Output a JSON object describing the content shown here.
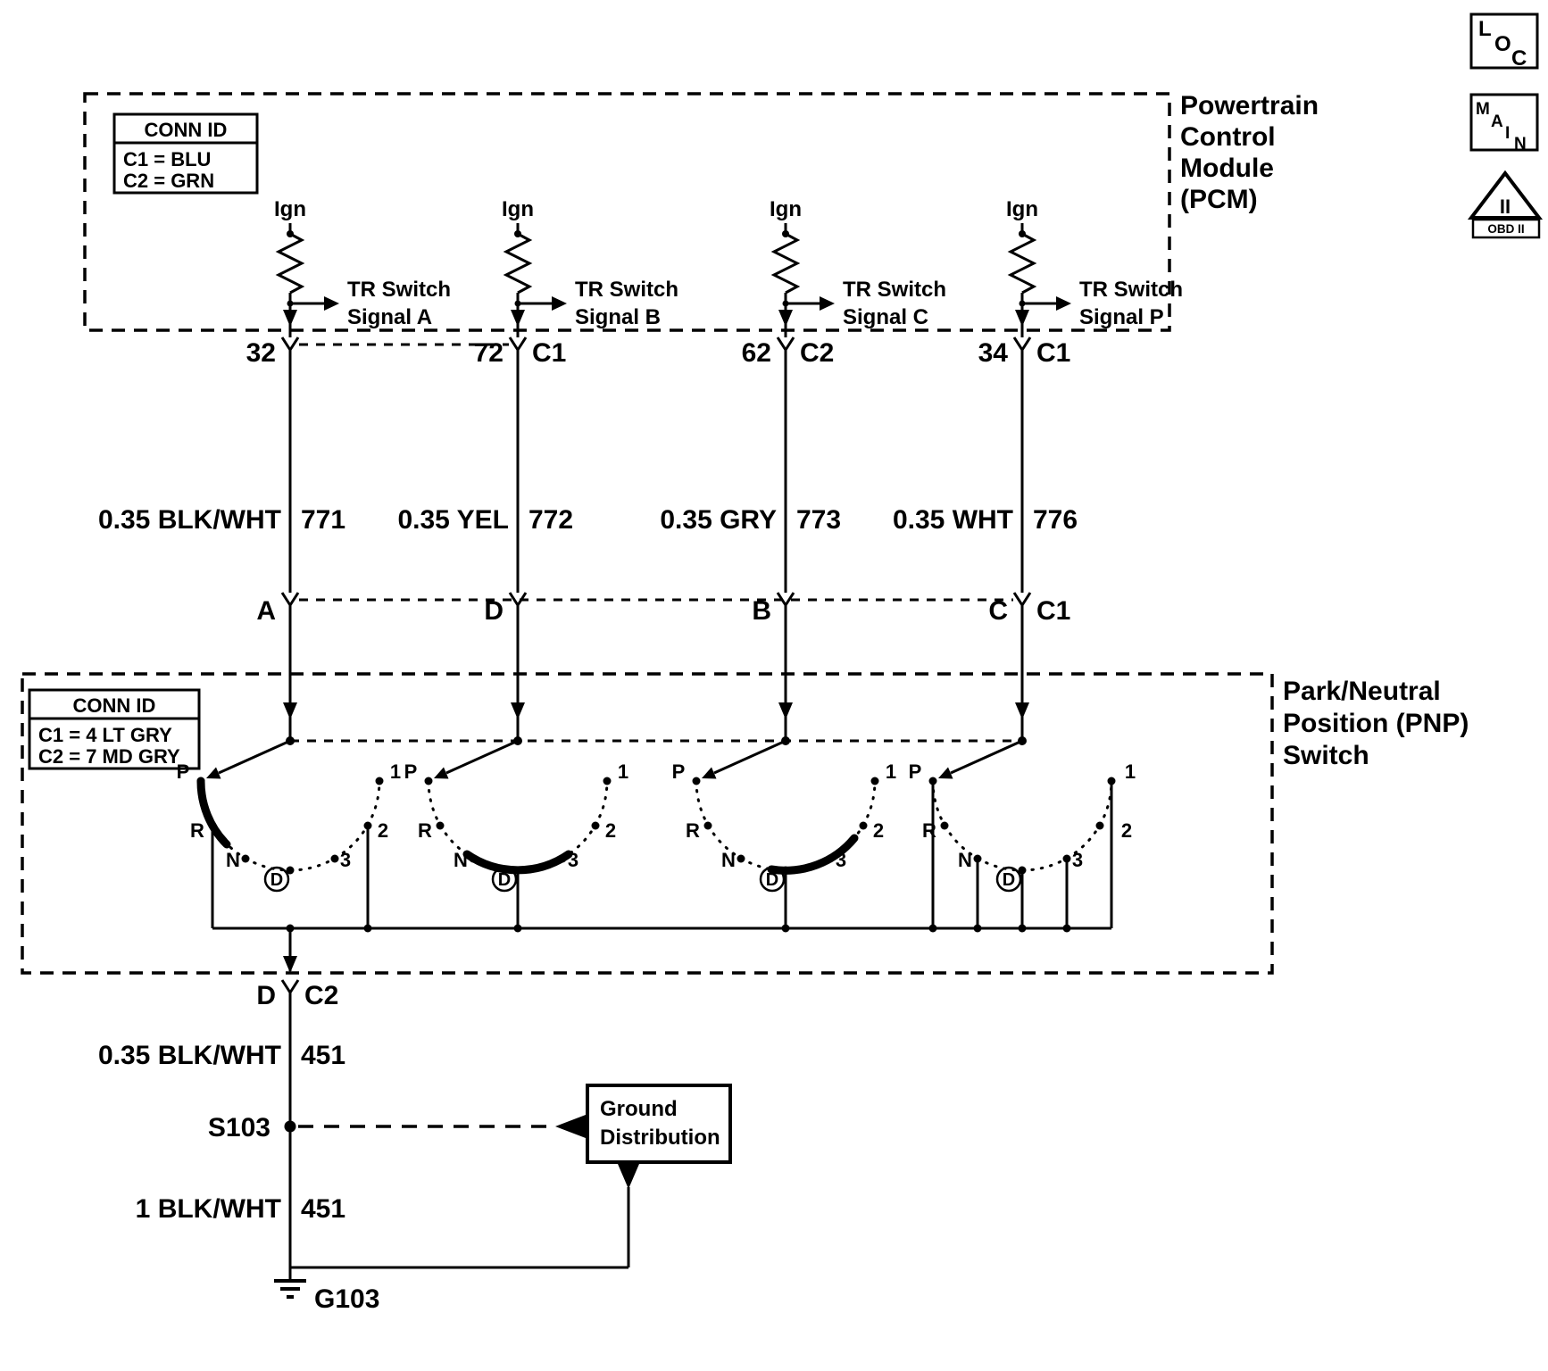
{
  "page": {
    "background": "#ffffff",
    "ink": "#000000"
  },
  "corner": {
    "loc": [
      "L",
      "O",
      "C"
    ],
    "main": [
      "M",
      "A",
      "I",
      "N"
    ],
    "obd_mark": "II",
    "obd_label": "OBD II"
  },
  "pcm": {
    "title": [
      "Powertrain",
      "Control",
      "Module",
      "(PCM)"
    ],
    "conn_id": {
      "header": "CONN ID",
      "rows": [
        "C1 = BLU",
        "C2 = GRN"
      ]
    },
    "channels": [
      {
        "ign": "Ign",
        "signal": [
          "TR Switch",
          "Signal A"
        ],
        "pin": "32",
        "pin_conn": "",
        "wire": "0.35 BLK/WHT",
        "circuit": "771",
        "pnp_pin": "A",
        "pnp_pin_conn": ""
      },
      {
        "ign": "Ign",
        "signal": [
          "TR Switch",
          "Signal B"
        ],
        "pin": "72",
        "pin_conn": "C1",
        "wire": "0.35 YEL",
        "circuit": "772",
        "pnp_pin": "D",
        "pnp_pin_conn": ""
      },
      {
        "ign": "Ign",
        "signal": [
          "TR Switch",
          "Signal C"
        ],
        "pin": "62",
        "pin_conn": "C2",
        "wire": "0.35 GRY",
        "circuit": "773",
        "pnp_pin": "B",
        "pnp_pin_conn": ""
      },
      {
        "ign": "Ign",
        "signal": [
          "TR Switch",
          "Signal P"
        ],
        "pin": "34",
        "pin_conn": "C1",
        "wire": "0.35 WHT",
        "circuit": "776",
        "pnp_pin": "C",
        "pnp_pin_conn": "C1"
      }
    ]
  },
  "pnp": {
    "title": [
      "Park/Neutral",
      "Position (PNP)",
      "Switch"
    ],
    "conn_id": {
      "header": "CONN ID",
      "rows": [
        "C1 = 4 LT GRY",
        "C2 = 7 MD GRY"
      ]
    },
    "positions": [
      "P",
      "R",
      "N",
      "D",
      "3",
      "2",
      "1"
    ],
    "switches": [
      {
        "signal": "A",
        "closed_contact_arc": "P-R"
      },
      {
        "signal": "B",
        "closed_contact_arc": "N-D-3"
      },
      {
        "signal": "C",
        "closed_contact_arc": "D-3-2"
      },
      {
        "signal": "P",
        "closed_contact_arc": "none"
      }
    ]
  },
  "output": {
    "pin": "D",
    "pin_conn": "C2",
    "wire_upper": "0.35 BLK/WHT",
    "circuit_upper": "451",
    "splice": "S103",
    "reference_box": [
      "Ground",
      "Distribution"
    ],
    "wire_lower": "1 BLK/WHT",
    "circuit_lower": "451",
    "ground": "G103"
  }
}
